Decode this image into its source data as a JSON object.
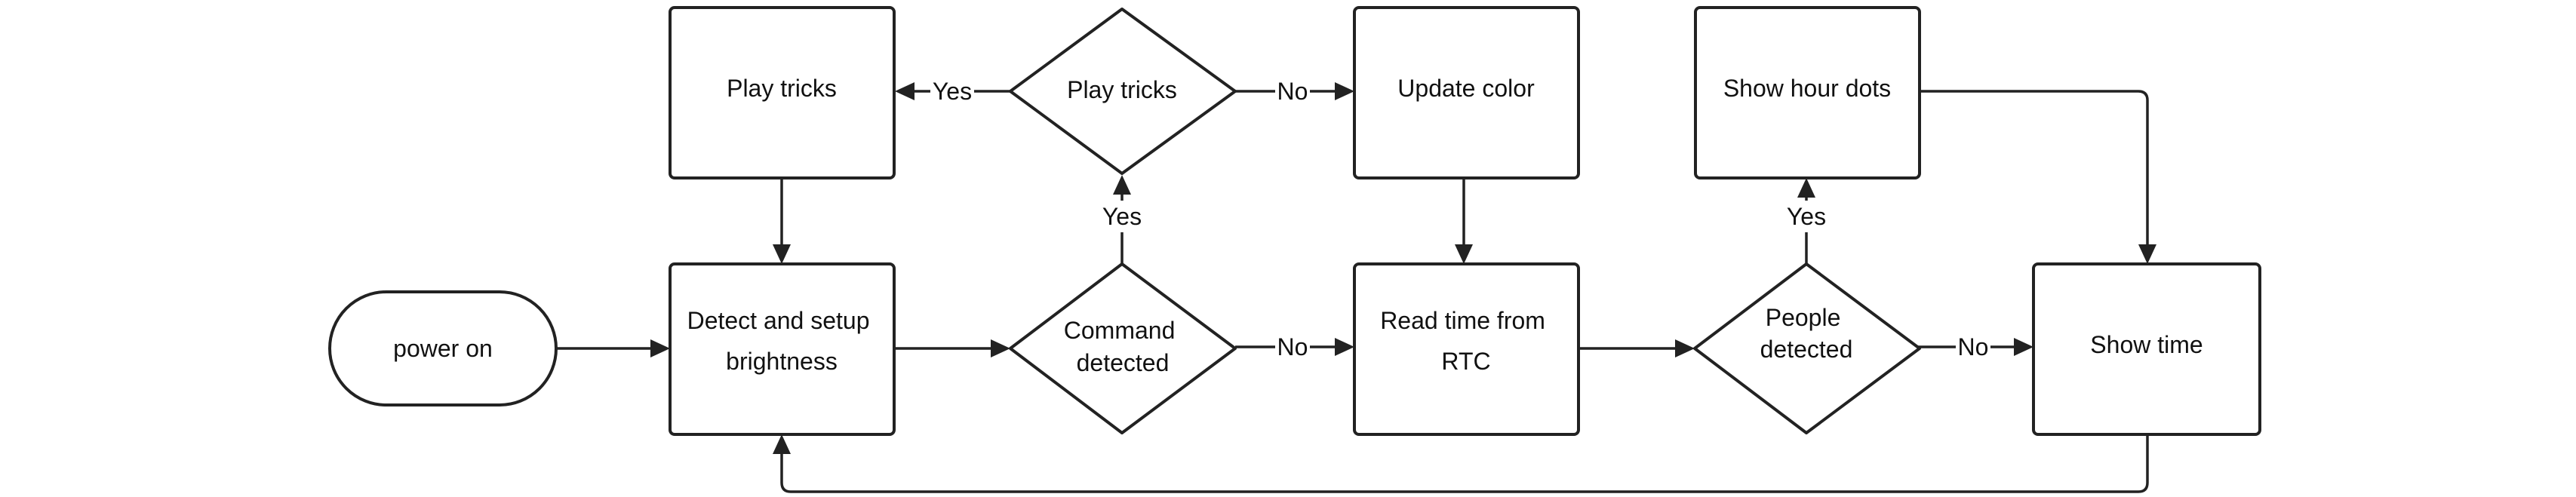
{
  "diagram": {
    "nodes": {
      "power_on": "power on",
      "detect_brightness": [
        "Detect and setup",
        "brightness"
      ],
      "command_detected": [
        "Command",
        "detected"
      ],
      "play_tricks_decision": "Play tricks",
      "play_tricks_action": "Play tricks",
      "update_color": "Update color",
      "read_time": [
        "Read time from",
        "RTC"
      ],
      "people_detected": [
        "People",
        "detected"
      ],
      "show_hour_dots": "Show hour dots",
      "show_time": "Show time"
    },
    "edge_labels": {
      "play_tricks_yes": "Yes",
      "play_tricks_no": "No",
      "command_yes": "Yes",
      "command_no": "No",
      "people_yes": "Yes",
      "people_no": "No"
    },
    "colors": {
      "stroke": "#222222",
      "fill": "#ffffff",
      "text": "#111111"
    }
  }
}
